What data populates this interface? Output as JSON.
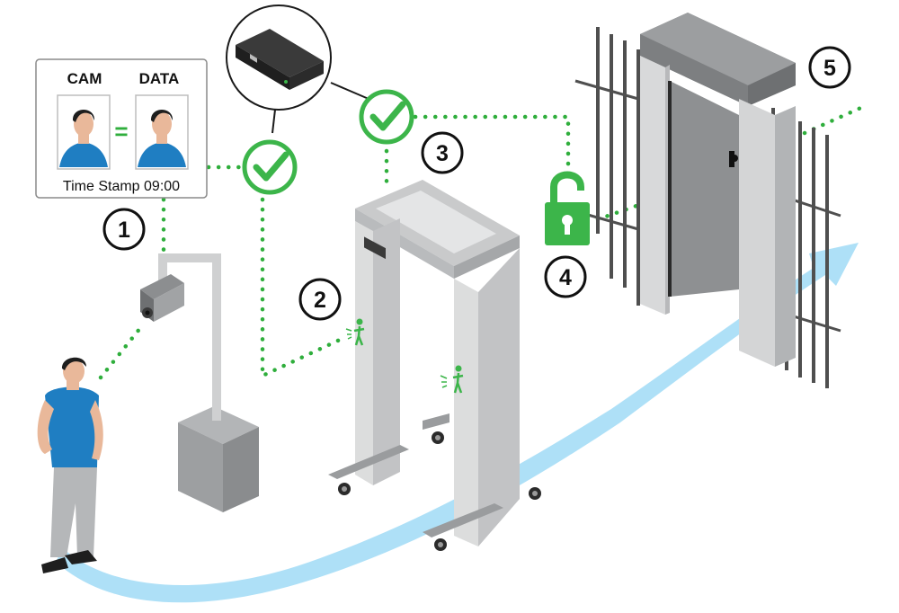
{
  "card": {
    "cam_label": "CAM",
    "data_label": "DATA",
    "equals": "=",
    "timestamp": "Time Stamp 09:00"
  },
  "steps": [
    "1",
    "2",
    "3",
    "4",
    "5"
  ],
  "colors": {
    "check_green": "#3cb54a",
    "dot_green": "#2fae3c",
    "path_blue": "#aee0f7",
    "steel": "#d4d5d6",
    "steel_dark": "#a9abad",
    "shirt_blue": "#1f7ec2",
    "lock_green": "#3cb54a"
  }
}
